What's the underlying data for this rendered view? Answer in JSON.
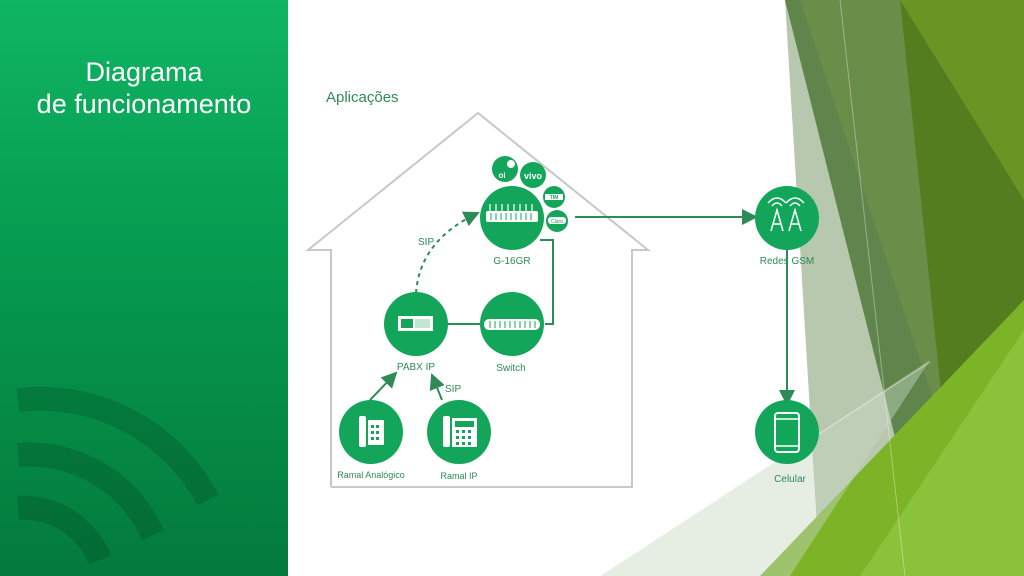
{
  "slide": {
    "title_line1": "Diagrama",
    "title_line2": "de funcionamento"
  },
  "diagram": {
    "heading": "Aplicações",
    "nodes": {
      "gateway": "G-16GR",
      "switch": "Switch",
      "pabx": "PABX IP",
      "analog_ext": "Ramal Analógico",
      "ip_ext": "Ramal IP",
      "gsm": "Redes GSM",
      "mobile": "Celular"
    },
    "edge_labels": {
      "sip_top": "SIP",
      "sip_bottom": "SIP"
    },
    "operators": [
      "oi",
      "vivo",
      "TIM",
      "Claro"
    ]
  },
  "colors": {
    "accent": "#0f9d58",
    "node_fill": "#13a65a",
    "edge": "#2e8b57",
    "house_outline": "#c8c8c8"
  }
}
